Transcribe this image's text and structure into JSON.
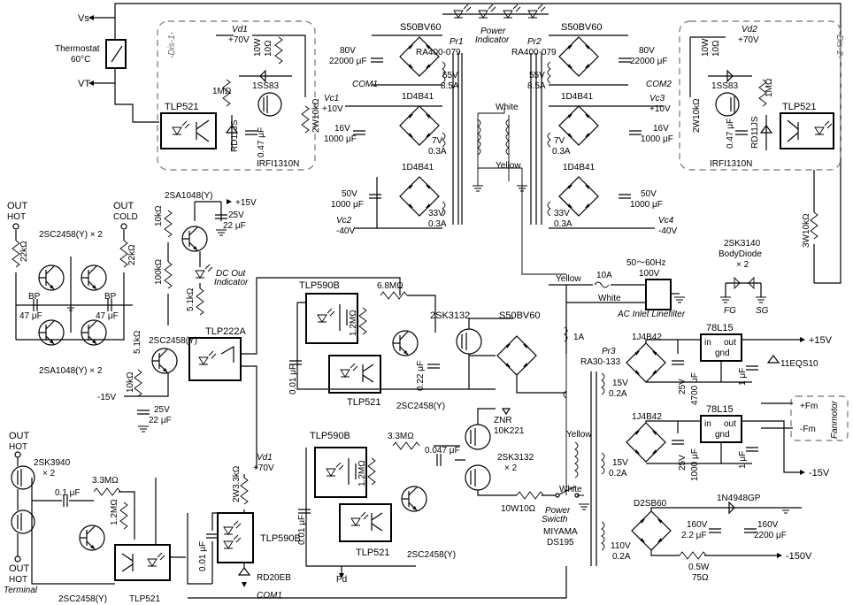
{
  "labels": {
    "vs": "Vs",
    "vt": "VT",
    "thermostat": "Thermostat",
    "thermostat_temp": "60°C",
    "dis1": "-Dis-1-",
    "dis2": "-Dis-2-",
    "vd1": "Vd1",
    "vd1_v": "+70V",
    "vd2": "Vd2",
    "vd2_v": "+70V",
    "r_10w": "10W",
    "r_10ohm": "10Ω",
    "d_1ss83": "1SS83",
    "r_1m": "1MΩ",
    "tlp521": "TLP521",
    "rd11js": "RD11JS",
    "c_047u": "0.47 μF",
    "r_2w10k": "2W10kΩ",
    "irfi1310n": "IRFI1310N",
    "s50bv60": "S50BV60",
    "c_80v": "80V",
    "c_22000u": "22000 μF",
    "v_55v": "55V",
    "a_85a": "8.5A",
    "com1": "COM1",
    "com2": "COM2",
    "d_1d4b41": "1D4B41",
    "vc1": "Vc1",
    "vc1_v": "+10V",
    "vc3": "Vc3",
    "vc3_v": "+10V",
    "c_16v": "16V",
    "c_1000u": "1000 μF",
    "v_7v": "7V",
    "a_03a": "0.3A",
    "c_50v": "50V",
    "v_33v": "33V",
    "vc2": "Vc2",
    "vc2_v": "-40V",
    "vc4": "Vc4",
    "vc4_v": "-40V",
    "pr1": "Pr1",
    "pr2": "Pr2",
    "ra400": "RA400-079",
    "white": "White",
    "yellow": "Yellow",
    "power_indicator_1": "Power",
    "power_indicator_2": "Indicator",
    "out_hot": "OUT",
    "out_hot_sub": "HOT",
    "out_cold": "OUT",
    "out_cold_sub": "COLD",
    "q_2sc2458_x2": "2SC2458(Y) × 2",
    "q_2sa1048_x2": "2SA1048(Y) × 2",
    "q_2sa1048": "2SA1048(Y)",
    "q_2sc2458": "2SC2458(Y)",
    "r_22k": "22kΩ",
    "bp": "BP",
    "c_47u": "47 μF",
    "v_p15": "+15V",
    "v_m15": "-15V",
    "c_25v": "25V",
    "c_22u": "22 μF",
    "r_10k": "10kΩ",
    "r_100k": "100kΩ",
    "r_51k": "5.1kΩ",
    "dc_out_1": "DC Out",
    "dc_out_2": "Indicator",
    "tlp222a": "TLP222A",
    "tlp590b": "TLP590B",
    "r_68m": "6.8MΩ",
    "r_12m": "1.2MΩ",
    "r_33m": "3.3MΩ",
    "c_001u": "0.01 μF",
    "c_022u": "0.22 μF",
    "c_0047u": "0.047 μF",
    "c_01u": "0.1 μF",
    "q_2sk3132": "2SK3132",
    "q_2sk3132_x2": "2SK3132",
    "x2": "× 2",
    "znr": "ZNR",
    "znr_p": "10K221",
    "r_10w10": "10W10Ω",
    "power_switch_1": "Power",
    "power_switch_2": "Swicth",
    "miyama": "MIYAMA",
    "ds195": "DS195",
    "fuse_10a": "10A",
    "fuse_1a": "1A",
    "freq": "50～60Hz",
    "v_100v": "100V",
    "ac_inlet": "AC Inlet Linefilter",
    "q_2sk3140": "2SK3140",
    "body_diode": "BodyDiode",
    "fg": "FG",
    "sg": "SG",
    "r_3w10k": "3W10kΩ",
    "pr3": "Pr3",
    "ra30": "RA30-133",
    "d_1j4b42": "1J4B42",
    "reg_78l15": "78L15",
    "reg_in": "in",
    "reg_out": "out",
    "reg_gnd": "gnd",
    "v_15v": "15V",
    "a_02a": "0.2A",
    "c_4700u": "4700 μF",
    "c_1u": "1 μF",
    "d_11eqs10": "11EQS10",
    "fm_p": "+Fm",
    "fm_m": "-Fm",
    "fanmotor": "Fanmotor",
    "d2sb60": "D2SB60",
    "d_1n4948": "1N4948GP",
    "v_110v": "110V",
    "c_160v": "160V",
    "c_22u_b": "2.2 μF",
    "c_2200u": "2200 μF",
    "r_05w": "0.5W",
    "r_75": "75Ω",
    "v_m150": "-150V",
    "q_2sk3940": "2SK3940",
    "out_terminal": "Terminal",
    "r_2w33k": "2W3.3kΩ",
    "rd20eb": "RD20EB",
    "pd": "Pd"
  }
}
